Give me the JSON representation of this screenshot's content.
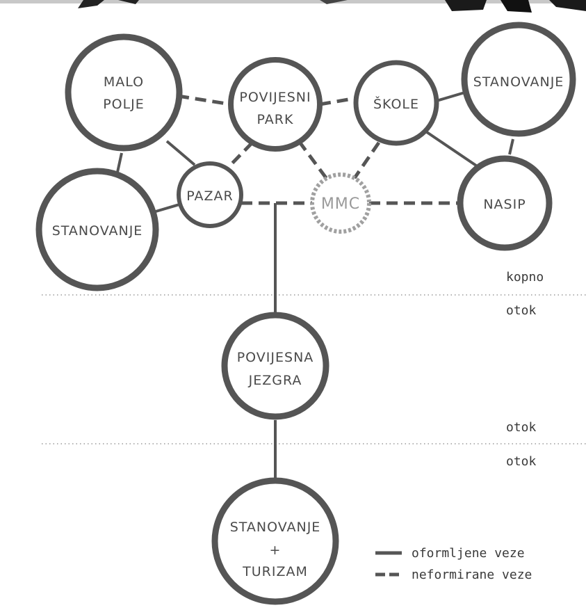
{
  "colors": {
    "stroke": "#555555",
    "mmc_stroke": "#a0a0a0",
    "divider": "#9a9a9a",
    "text": "#4a4a4a"
  },
  "nodes": [
    {
      "id": "malo-polje",
      "lines": [
        "MALO",
        "POLJE"
      ]
    },
    {
      "id": "povijesni-park",
      "lines": [
        "POVIJESNI",
        "PARK"
      ]
    },
    {
      "id": "skole",
      "lines": [
        "ŠKOLE"
      ]
    },
    {
      "id": "stanovanje-ne",
      "lines": [
        "STANOVANJE"
      ]
    },
    {
      "id": "pazar",
      "lines": [
        "PAZAR"
      ]
    },
    {
      "id": "mmc",
      "lines": [
        "MMC"
      ],
      "style": "dotted"
    },
    {
      "id": "nasip",
      "lines": [
        "NASIP"
      ]
    },
    {
      "id": "stanovanje-w",
      "lines": [
        "STANOVANJE"
      ]
    },
    {
      "id": "povijesna-jezgra",
      "lines": [
        "POVIJESNA",
        "JEZGRA"
      ]
    },
    {
      "id": "stanovanje-turizam",
      "lines": [
        "STANOVANJE",
        "+",
        "TURIZAM"
      ]
    }
  ],
  "connections": [
    {
      "from": "malo-polje",
      "to": "povijesni-park",
      "type": "informal"
    },
    {
      "from": "povijesni-park",
      "to": "skole",
      "type": "informal"
    },
    {
      "from": "skole",
      "to": "stanovanje-ne",
      "type": "formal"
    },
    {
      "from": "malo-polje",
      "to": "pazar",
      "type": "formal"
    },
    {
      "from": "malo-polje",
      "to": "stanovanje-w",
      "type": "formal"
    },
    {
      "from": "pazar",
      "to": "stanovanje-w",
      "type": "formal"
    },
    {
      "from": "povijesni-park",
      "to": "pazar",
      "type": "informal"
    },
    {
      "from": "povijesni-park",
      "to": "mmc",
      "type": "informal"
    },
    {
      "from": "skole",
      "to": "mmc",
      "type": "informal"
    },
    {
      "from": "skole",
      "to": "nasip",
      "type": "formal"
    },
    {
      "from": "stanovanje-ne",
      "to": "nasip",
      "type": "formal"
    },
    {
      "from": "pazar",
      "to": "mmc",
      "type": "informal"
    },
    {
      "from": "mmc",
      "to": "nasip",
      "type": "informal"
    },
    {
      "from": "povijesna-jezgra",
      "to": "stanovanje-turizam",
      "type": "formal"
    }
  ],
  "zones": {
    "kopno": "kopno",
    "otok_upper": "otok",
    "otok_middle": "otok",
    "otok_lower": "otok"
  },
  "legend": {
    "formal": "oformljene veze",
    "informal": "neformirane veze"
  }
}
